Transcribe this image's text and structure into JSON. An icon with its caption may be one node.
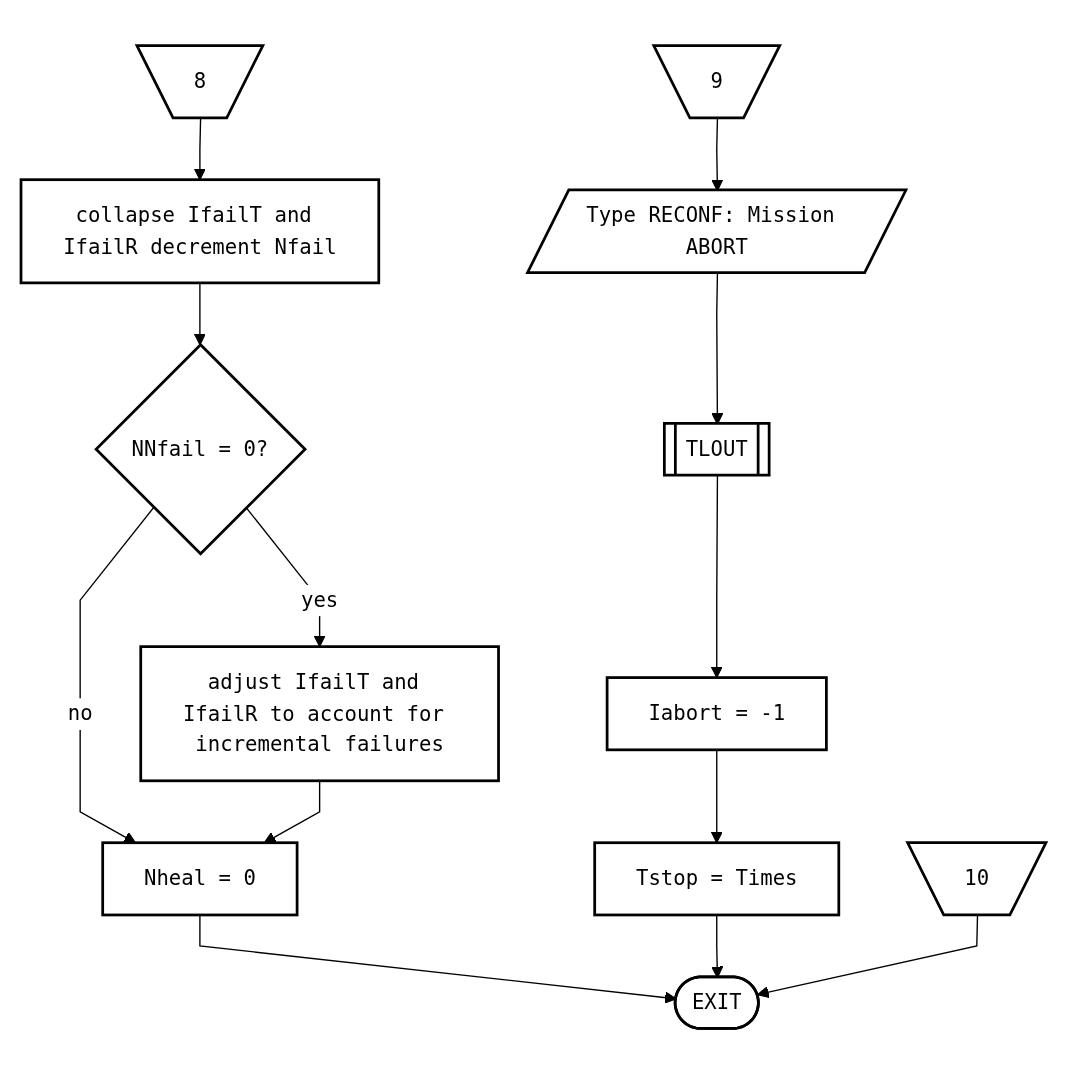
{
  "diagram": {
    "nodes": [
      {
        "text": [
          "8"
        ]
      },
      {
        "text": [
          "collapse IfailT and IfailR decrement Nfail"
        ]
      },
      {
        "text": [
          "NNfail = 0?"
        ]
      },
      {
        "text": [
          "adjust IfailT and IfailR to account for incremental failures"
        ]
      },
      {
        "text": [
          "Nheal = 0"
        ]
      },
      {
        "text": [
          "9"
        ]
      },
      {
        "text": [
          "Type RECONF: Mission ABORT"
        ]
      },
      {
        "text": [
          "TLOUT"
        ]
      },
      {
        "text": [
          "Iabort = -1"
        ]
      },
      {
        "text": [
          "Tstop = Times"
        ]
      },
      {
        "text": [
          "10"
        ]
      },
      {
        "text": [
          "EXIT"
        ]
      }
    ],
    "edges": [
      {
        "from": 0,
        "to": 1,
        "arrow": "to"
      },
      {
        "from": 1,
        "to": 2,
        "arrow": "to"
      },
      {
        "from": 2,
        "to": 3,
        "label": "yes",
        "arrow": "to"
      },
      {
        "from": 2,
        "to": 4,
        "label": "no",
        "arrow": "to"
      },
      {
        "from": 3,
        "to": 4,
        "arrow": "to"
      },
      {
        "from": 5,
        "to": 6,
        "arrow": "to"
      },
      {
        "from": 6,
        "to": 7,
        "arrow": "to"
      },
      {
        "from": 7,
        "to": 8,
        "arrow": "to"
      },
      {
        "from": 8,
        "to": 9,
        "arrow": "to"
      },
      {
        "from": 4,
        "to": 11,
        "arrow": "to"
      },
      {
        "from": 9,
        "to": 11,
        "arrow": "to"
      },
      {
        "from": 10,
        "to": 11,
        "arrow": "to"
      }
    ]
  }
}
